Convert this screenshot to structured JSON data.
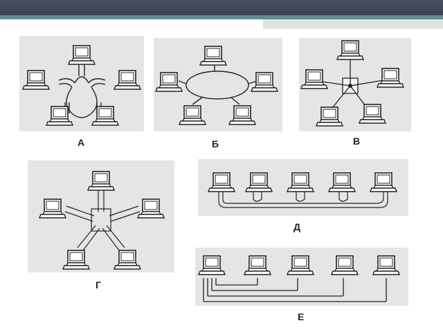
{
  "diagrams": [
    {
      "id": "a",
      "label": "А"
    },
    {
      "id": "b",
      "label": "Б"
    },
    {
      "id": "v",
      "label": "В"
    },
    {
      "id": "g",
      "label": "Г"
    },
    {
      "id": "d",
      "label": "Д"
    },
    {
      "id": "e",
      "label": "Е"
    }
  ],
  "colors": {
    "header": "#3f4457",
    "accent": "#5f8d93",
    "panel": "#e7e4e4",
    "line": "#222222"
  },
  "icon": "computer-terminal-icon"
}
